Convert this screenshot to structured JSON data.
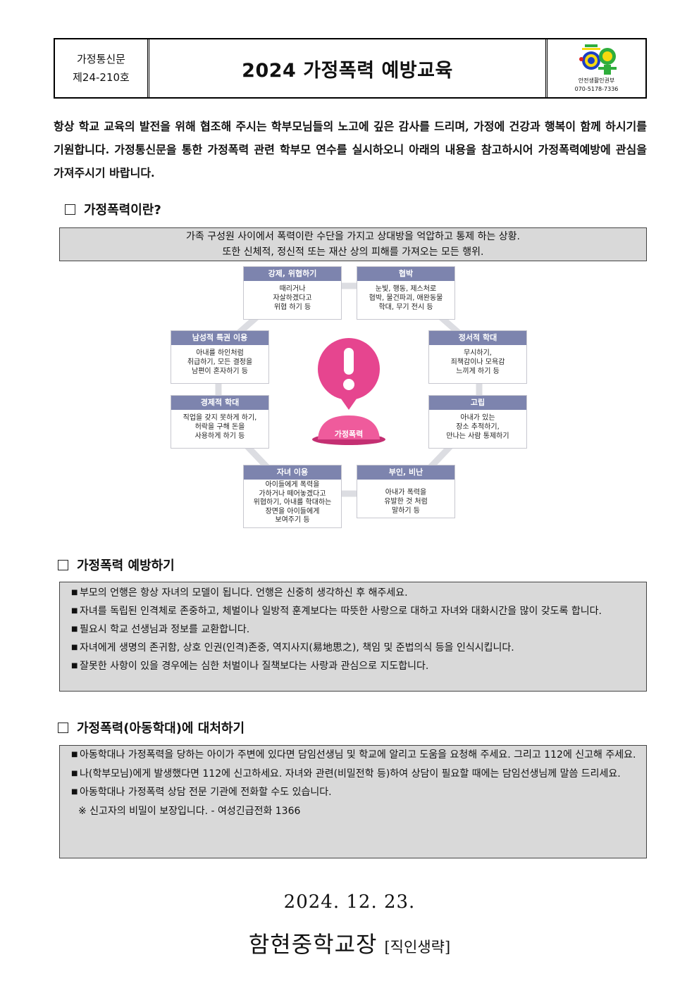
{
  "header": {
    "label_line1": "가정통신문",
    "label_line2": "제24-210호",
    "title": "2024 가정폭력 예방교육",
    "dept_name": "안전생활인권부",
    "dept_phone": "070-5178-7336",
    "logo_colors": {
      "yellow": "#f6d90f",
      "blue": "#1d3fc4",
      "green": "#2fae3c",
      "red": "#e02020"
    }
  },
  "intro": "항상 학교 교육의 발전을 위해 협조해 주시는 학부모님들의 노고에 깊은 감사를 드리며, 가정에 건강과 행복이 함께 하시기를 기원합니다. 가정통신문을 통한 가정폭력 관련 학부모 연수를 실시하오니 아래의 내용을 참고하시어 가정폭력예방에 관심을 가져주시기 바랍니다.",
  "section1": {
    "heading": "가정폭력이란?",
    "def_line1": "가족 구성원 사이에서 폭력이란 수단을 가지고 상대방을 억압하고 통제 하는 상황.",
    "def_line2": "또한 신체적, 정신적 또는 재산 상의 피해를 가져오는 모든 행위."
  },
  "diagram": {
    "center_label": "가정폭력",
    "accent_color": "#e6458f",
    "header_color": "#7d84ae",
    "items": [
      {
        "title": "강제, 위협하기",
        "lines": [
          "때리거나",
          "자살하겠다고",
          "위협 하기 등"
        ]
      },
      {
        "title": "협박",
        "lines": [
          "눈빛, 행동, 제스처로",
          "협박, 물건파괴, 애완동물",
          "학대, 무기 전시 등"
        ]
      },
      {
        "title": "정서적 학대",
        "lines": [
          "무시하기,",
          "죄책감이나 모욕감",
          "느끼게 하기 등"
        ]
      },
      {
        "title": "고립",
        "lines": [
          "아내가 있는",
          "장소 추적하기,",
          "만나는 사람 통제하기"
        ]
      },
      {
        "title": "부인, 비난",
        "lines": [
          "아내가 폭력을",
          "유발한 것 처럼",
          "말하기 등"
        ]
      },
      {
        "title": "자녀 이용",
        "lines": [
          "아이들에게 폭력을",
          "가하거나 떼어놓겠다고",
          "위협하기, 아내를 학대하는",
          "장면을 아이들에게",
          "보여주기 등"
        ]
      },
      {
        "title": "경제적 학대",
        "lines": [
          "직업을 갖지 못하게 하기,",
          "허락을 구해 돈을",
          "사용하게 하기 등"
        ]
      },
      {
        "title": "남성적 특권 이용",
        "lines": [
          "아내를 하인처럼",
          "취급하기, 모든 결정을",
          "남편이 혼자하기 등"
        ]
      }
    ]
  },
  "section2": {
    "heading": "가정폭력 예방하기",
    "items": [
      "부모의 언행은 항상 자녀의 모델이 됩니다. 언행은 신중히 생각하신 후 해주세요.",
      "자녀를 독립된 인격체로 존중하고, 체벌이나 일방적 훈계보다는 따뜻한 사랑으로 대하고 자녀와 대화시간을 많이 갖도록 합니다.",
      "필요시 학교 선생님과 정보를 교환합니다.",
      "자녀에게 생명의 존귀함, 상호 인권(인격)존중, 역지사지(易地思之), 책임 및 준법의식 등을 인식시킵니다.",
      "잘못한 사항이 있을 경우에는 심한 처벌이나 질책보다는 사랑과 관심으로 지도합니다."
    ]
  },
  "section3": {
    "heading": "가정폭력(아동학대)에 대처하기",
    "items": [
      "아동학대나 가정폭력을 당하는 아이가 주변에 있다면 담임선생님 및 학교에 알리고 도움을 요청해 주세요. 그리고 112에 신고해 주세요.",
      "나(학부모님)에게 발생했다면 112에 신고하세요. 자녀와 관련(비밀전학 등)하여 상담이 필요할 때에는 담임선생님께 말씀 드리세요.",
      "아동학대나 가정폭력 상담 전문 기관에 전화할 수도 있습니다."
    ],
    "note": "※ 신고자의 비밀이 보장입니다.  - 여성긴급전화 1366"
  },
  "footer": {
    "date": "2024. 12. 23.",
    "principal": "함현중학교장",
    "seal": "[직인생략]"
  }
}
